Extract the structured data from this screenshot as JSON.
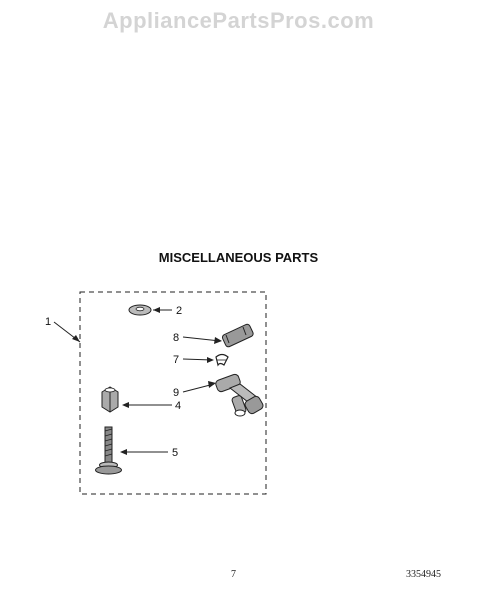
{
  "watermark": "AppliancePartsPros.com",
  "title": "MISCELLANEOUS PARTS",
  "callouts": {
    "c1": "1",
    "c2": "2",
    "c4": "4",
    "c5": "5",
    "c7": "7",
    "c8": "8",
    "c9": "9"
  },
  "footer": {
    "page_number": "7",
    "document_number": "3354945"
  }
}
